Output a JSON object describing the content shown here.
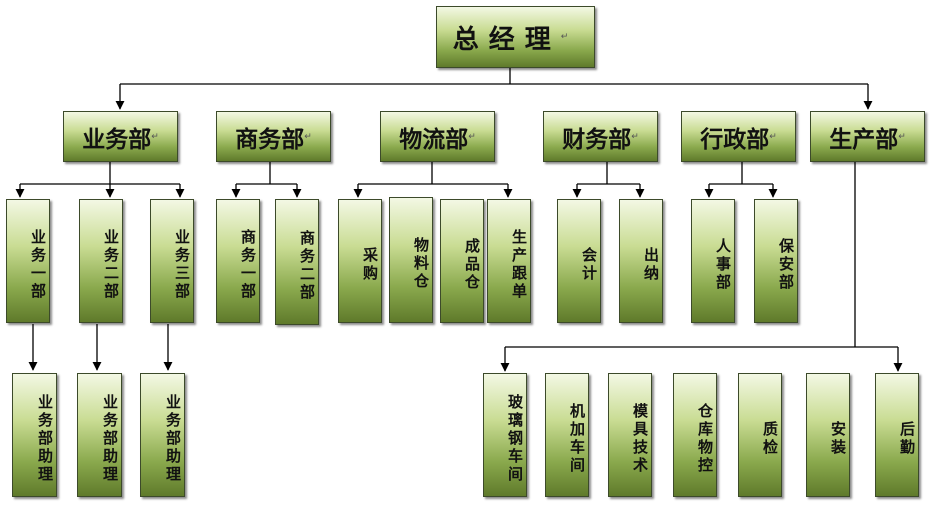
{
  "top": "总经理",
  "departments": [
    "业务部",
    "商务部",
    "物流部",
    "财务部",
    "行政部",
    "生产部"
  ],
  "subs": {
    "yewu": [
      "业务一部",
      "业务二部",
      "业务三部"
    ],
    "shangwu": [
      "商务一部",
      "商务二部"
    ],
    "wuliu": [
      "采购",
      "物料仓",
      "成品仓",
      "生产跟单"
    ],
    "caiwu": [
      "会计",
      "出纳"
    ],
    "xingzheng": [
      "人事部",
      "保安部"
    ],
    "assistants": [
      "业务部助理",
      "业务部助理",
      "业务部助理"
    ],
    "shengchan": [
      "玻璃钢车间",
      "机加车间",
      "模具技术",
      "仓库物控",
      "质检",
      "安装",
      "后勤"
    ]
  }
}
